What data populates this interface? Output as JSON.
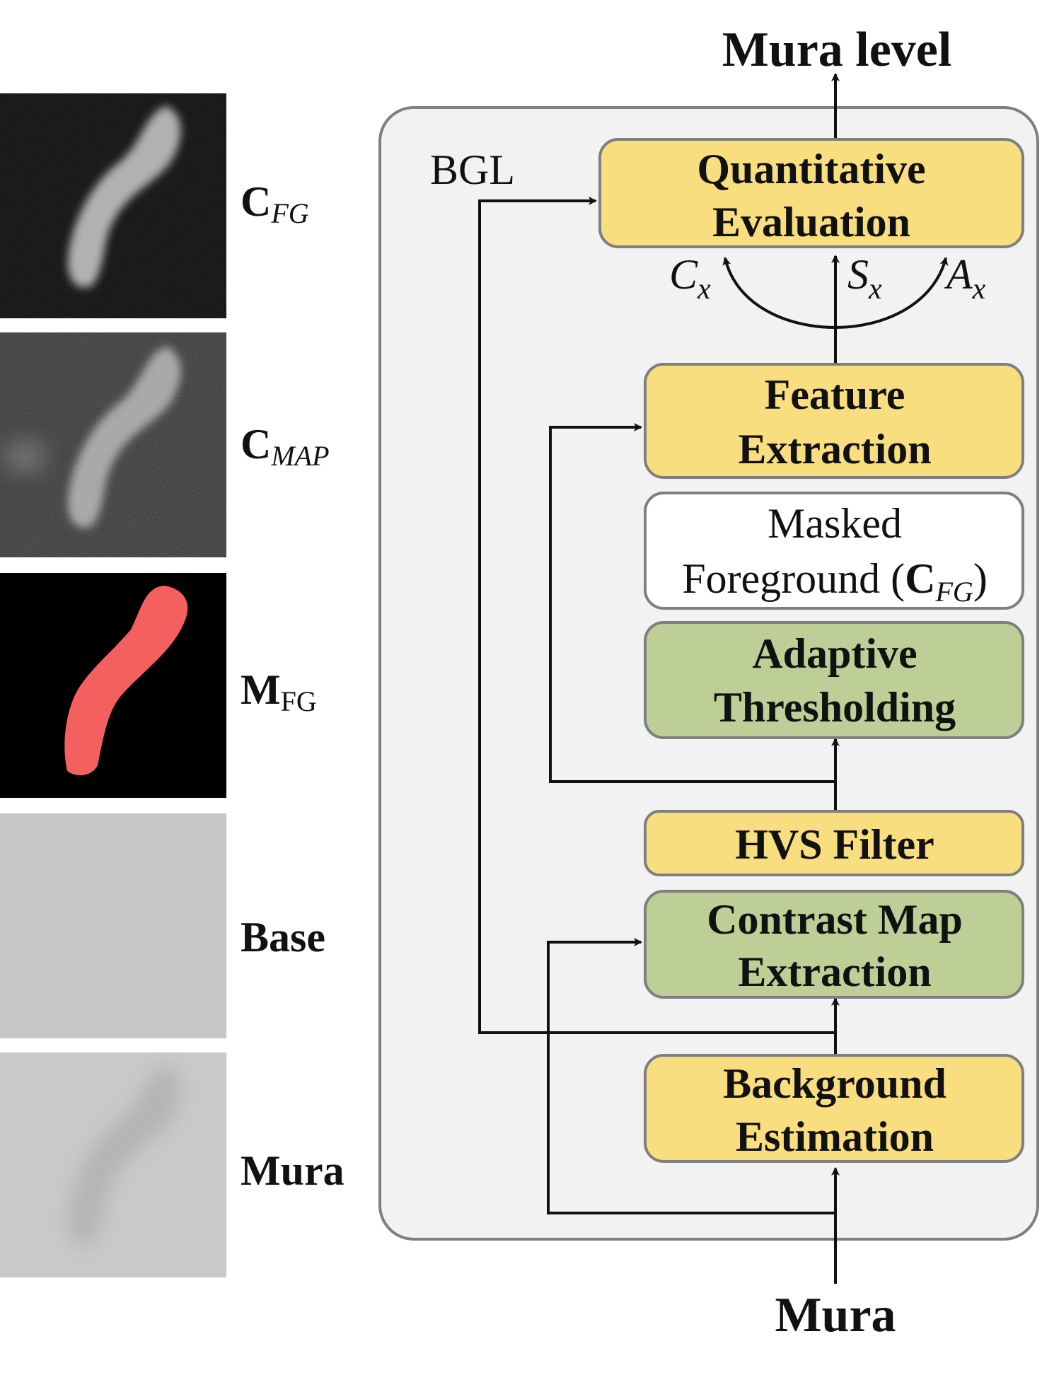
{
  "title_top": "Mura level",
  "input_bottom": "Mura",
  "bgl_label": "BGL",
  "stages": {
    "quantitative": [
      "Quantitative",
      "Evaluation"
    ],
    "feature": [
      "Feature",
      "Extraction"
    ],
    "masked_line1": "Masked",
    "masked_line2_prefix": "Foreground (",
    "masked_cfg_c": "C",
    "masked_cfg_sub": "FG",
    "masked_line2_suffix": ")",
    "adaptive": [
      "Adaptive",
      "Thresholding"
    ],
    "hvs": "HVS Filter",
    "contrast": [
      "Contrast Map",
      "Extraction"
    ],
    "background": [
      "Background",
      "Estimation"
    ]
  },
  "features": {
    "c": {
      "letter": "C",
      "sub": "x"
    },
    "s": {
      "letter": "S",
      "sub": "x"
    },
    "a": {
      "letter": "A",
      "sub": "x"
    }
  },
  "thumbnails": {
    "cfg": {
      "main": "C",
      "sub": "FG"
    },
    "cmap": {
      "main": "C",
      "sub": "MAP"
    },
    "mfg": {
      "main": "M",
      "sub": "FG"
    },
    "base": {
      "main": "Base"
    },
    "mura": {
      "main": "Mura"
    }
  },
  "colors": {
    "yellow": "#F9DE7F",
    "green": "#BDCF96",
    "white": "#FFFFFF",
    "panel": "#F2F2F2",
    "border": "#7F7F7F",
    "mask_red": "#F45F5F"
  }
}
